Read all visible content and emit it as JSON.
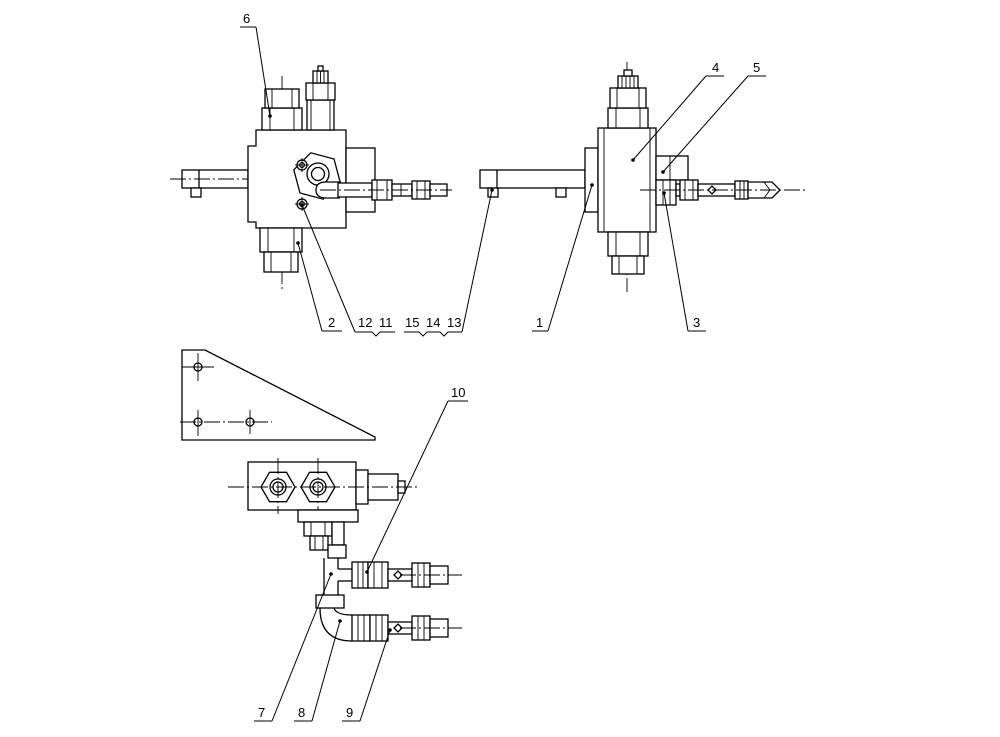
{
  "colors": {
    "line": "#000000",
    "background": "#ffffff"
  },
  "callouts": {
    "part_6": "6",
    "part_4": "4",
    "part_5": "5",
    "part_2": "2",
    "part_12": "12",
    "part_11": "11",
    "part_15": "15",
    "part_14": "14",
    "part_13": "13",
    "part_1": "1",
    "part_3": "3",
    "part_10": "10",
    "part_7": "7",
    "part_8": "8",
    "part_9": "9"
  }
}
